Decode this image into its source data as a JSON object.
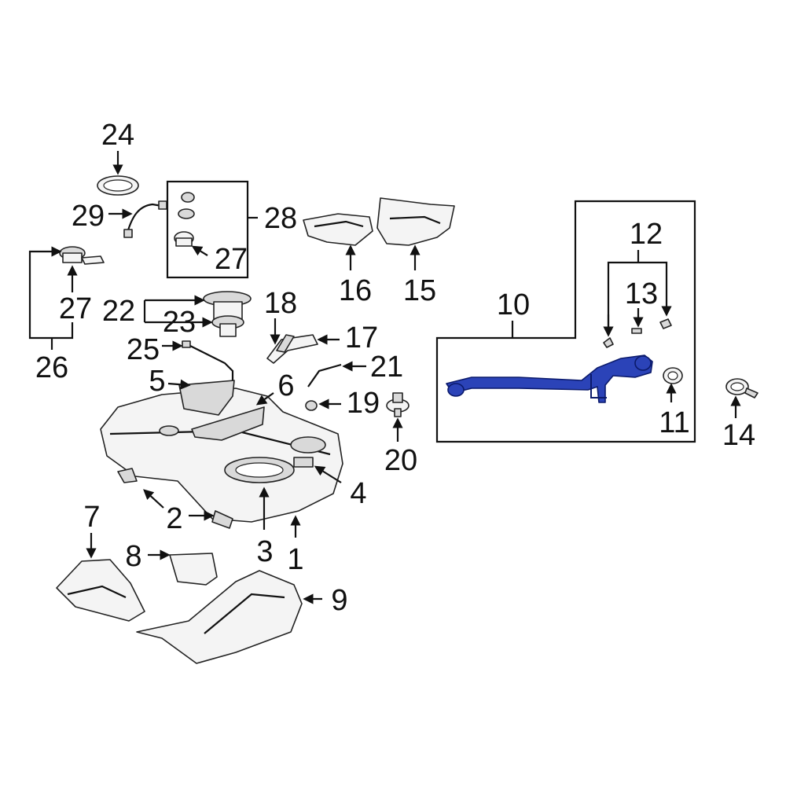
{
  "diagram": {
    "highlight_color": "#2b43b8",
    "line_color": "#111111",
    "callouts": {
      "c1": "1",
      "c2": "2",
      "c3": "3",
      "c4": "4",
      "c5": "5",
      "c6": "6",
      "c7": "7",
      "c8": "8",
      "c9": "9",
      "c10": "10",
      "c11": "11",
      "c12": "12",
      "c13": "13",
      "c14": "14",
      "c15": "15",
      "c16": "16",
      "c17": "17",
      "c18": "18",
      "c19": "19",
      "c20": "20",
      "c21": "21",
      "c22": "22",
      "c23": "23",
      "c24": "24",
      "c25": "25",
      "c26": "26",
      "c27a": "27",
      "c27b": "27",
      "c28": "28",
      "c29": "29"
    }
  }
}
